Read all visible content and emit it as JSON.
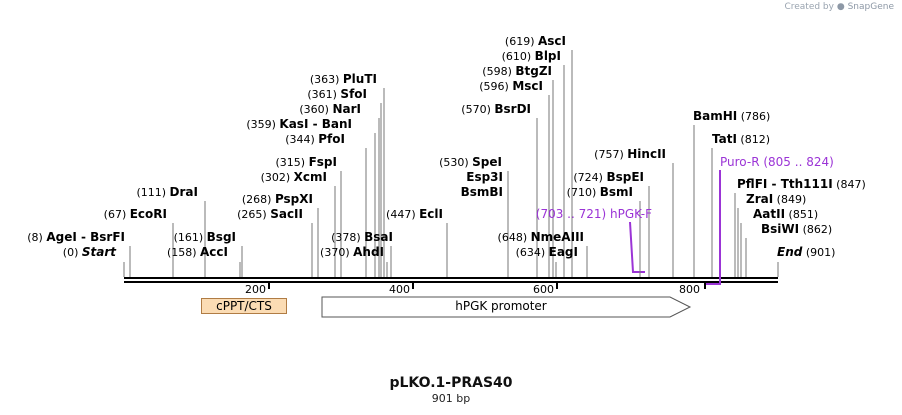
{
  "watermark": {
    "prefix": "Created by",
    "brand": "SnapGene"
  },
  "plasmid": {
    "name": "pLKO.1-PRAS40",
    "size_text": "901 bp"
  },
  "ticks": [
    "200",
    "400",
    "600",
    "800"
  ],
  "colors": {
    "primer": "#9b34d6",
    "feature_cppt": "#fbdcb4",
    "backbone": "#000000"
  },
  "features": [
    {
      "name": "cPPT/CTS"
    },
    {
      "name": "hPGK promoter"
    }
  ],
  "sites": [
    {
      "pos": "(0)",
      "name": "Start",
      "italic": true
    },
    {
      "pos": "(8)",
      "name": "AgeI - BsrFI"
    },
    {
      "pos": "(67)",
      "name": "EcoRI"
    },
    {
      "pos": "(111)",
      "name": "DraI"
    },
    {
      "pos": "(158)",
      "name": "AccI"
    },
    {
      "pos": "(161)",
      "name": "BsgI"
    },
    {
      "pos": "(265)",
      "name": "SacII"
    },
    {
      "pos": "(268)",
      "name": "PspXI"
    },
    {
      "pos": "(302)",
      "name": "XcmI"
    },
    {
      "pos": "(315)",
      "name": "FspI"
    },
    {
      "pos": "(344)",
      "name": "PfoI"
    },
    {
      "pos": "(359)",
      "name": "KasI - BanI"
    },
    {
      "pos": "(360)",
      "name": "NarI"
    },
    {
      "pos": "(361)",
      "name": "SfoI"
    },
    {
      "pos": "(363)",
      "name": "PluTI"
    },
    {
      "pos": "(370)",
      "name": "AhdI"
    },
    {
      "pos": "(378)",
      "name": "BsaI"
    },
    {
      "pos": "(447)",
      "name": "EclI"
    },
    {
      "pos": "(530)",
      "name": "SpeI"
    },
    {
      "pos": "",
      "name": "Esp3I"
    },
    {
      "pos": "",
      "name": "BsmBI"
    },
    {
      "pos": "(570)",
      "name": "BsrDI"
    },
    {
      "pos": "(596)",
      "name": "MscI"
    },
    {
      "pos": "(598)",
      "name": "BtgZI"
    },
    {
      "pos": "(610)",
      "name": "BlpI"
    },
    {
      "pos": "(619)",
      "name": "AscI"
    },
    {
      "pos": "(634)",
      "name": "EagI"
    },
    {
      "pos": "(648)",
      "name": "NmeAIII"
    },
    {
      "pos": "(710)",
      "name": "BsmI"
    },
    {
      "pos": "(724)",
      "name": "BspEI"
    },
    {
      "pos": "(757)",
      "name": "HincII"
    },
    {
      "pos": "(786)",
      "name": "BamHI"
    },
    {
      "pos": "(812)",
      "name": "TatI"
    },
    {
      "pos": "(847)",
      "name": "PflFI - Tth111I"
    },
    {
      "pos": "(849)",
      "name": "ZraI"
    },
    {
      "pos": "(851)",
      "name": "AatII"
    },
    {
      "pos": "(862)",
      "name": "BsiWI"
    },
    {
      "pos": "(901)",
      "name": "End",
      "italic": true
    }
  ],
  "primers": [
    {
      "name": "hPGK-F",
      "range": "(703 .. 721)"
    },
    {
      "name": "Puro-R",
      "range": "(805 .. 824)"
    }
  ]
}
